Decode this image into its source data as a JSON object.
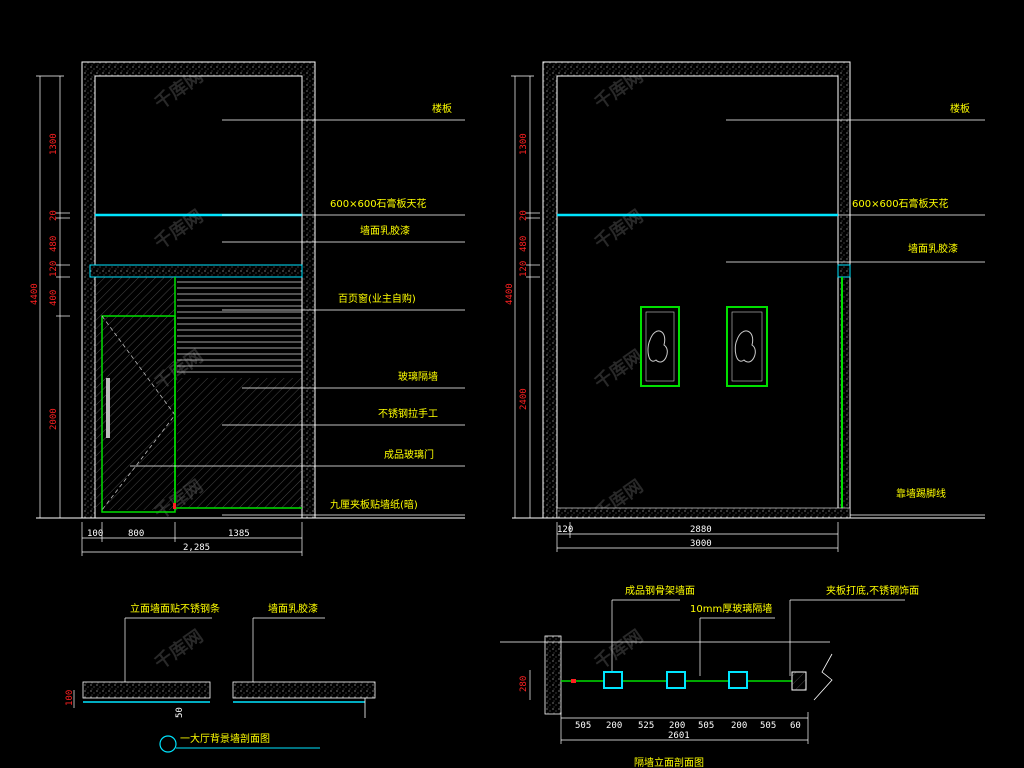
{
  "drawing": {
    "left_elevation": {
      "labels": {
        "ceiling": "楼板",
        "tile": "600×600石膏板天花",
        "paint": "墙面乳胶漆",
        "louver": "百页窗(业主自购)",
        "glass": "玻璃隔墙",
        "handle": "不锈钢拉手工",
        "door": "成品玻璃门",
        "skirting": "九厘夹板贴墙纸(暗)"
      },
      "vdims": {
        "d1300": "1300",
        "d20": "20",
        "d480": "480",
        "d120": "120",
        "d400": "400",
        "d2000": "2000",
        "total": "4400"
      },
      "hdims": {
        "d100": "100",
        "d800": "800",
        "d1385": "1385",
        "total": "2,285"
      }
    },
    "right_elevation": {
      "labels": {
        "ceiling": "楼板",
        "tile": "600×600石膏板天花",
        "paint": "墙面乳胶漆",
        "skirting": "靠墙踢脚线"
      },
      "vdims": {
        "d1300": "1300",
        "d20": "20",
        "d480": "480",
        "d120": "120",
        "d2400": "2400",
        "total": "4400"
      },
      "hdims": {
        "d120": "120",
        "d2880": "2880",
        "total": "3000"
      }
    },
    "section_left": {
      "labels": {
        "a": "立面墙面贴不锈钢条",
        "b": "墙面乳胶漆"
      },
      "dims": {
        "d100": "100",
        "d50": "50"
      },
      "title": "一大厅背景墙剖面图"
    },
    "section_right": {
      "labels": {
        "a": "成品钢骨架墙面",
        "b": "10mm厚玻璃隔墙",
        "c": "夹板打底,不锈钢饰面"
      },
      "dims": {
        "h": "280",
        "d505a": "505",
        "d200a": "200",
        "d525": "525",
        "d200b": "200",
        "d505b": "505",
        "d200c": "200",
        "d505c": "505",
        "d60": "60",
        "total": "2601"
      },
      "title": "隔墙立面剖面图"
    }
  },
  "colors": {
    "wall": "#ffffff",
    "cyan": "#00e5ff",
    "green": "#00e000",
    "yellow": "#ffff00",
    "red": "#ff2020",
    "background": "#000000"
  }
}
